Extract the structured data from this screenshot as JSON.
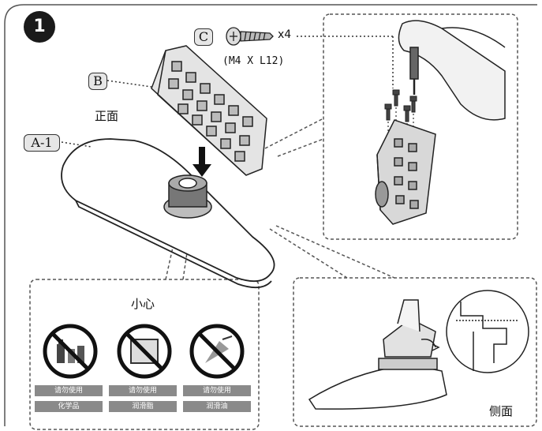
{
  "step_number": "1",
  "parts": {
    "a1_label": "A-1",
    "b_label": "B",
    "c_label": "C",
    "screw_count": "x4",
    "screw_spec": "(M4 X L12)"
  },
  "views": {
    "front_label": "正面",
    "side_label": "侧面"
  },
  "caution": {
    "title": "小心",
    "items": [
      {
        "icon": "no-chemicals-icon",
        "line1": "请勿使用",
        "line2": "化学品"
      },
      {
        "icon": "no-lubricant-icon",
        "line1": "请勿使用",
        "line2": "润滑脂"
      },
      {
        "icon": "no-oil-icon",
        "line1": "请勿使用",
        "line2": "润滑油"
      }
    ]
  }
}
